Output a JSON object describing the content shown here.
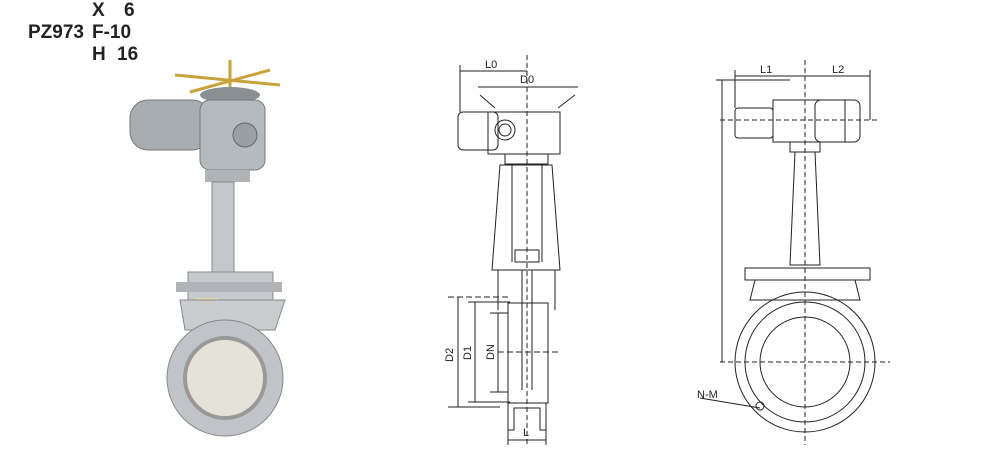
{
  "model": {
    "prefix": "PZ973",
    "options": [
      "X",
      "F-10",
      "H"
    ],
    "pressures": [
      "6",
      "16"
    ]
  },
  "dimensions": {
    "side_view": {
      "L0": "L0",
      "D0": "D0",
      "D2": "D2",
      "D1": "D1",
      "DN": "DN",
      "L": "L"
    },
    "front_view": {
      "L1": "L1",
      "L2": "L2",
      "NM": "N-M"
    }
  },
  "colors": {
    "line": "#222222",
    "metal": "#b8bcc0",
    "handwheel": "#c9a23a"
  }
}
